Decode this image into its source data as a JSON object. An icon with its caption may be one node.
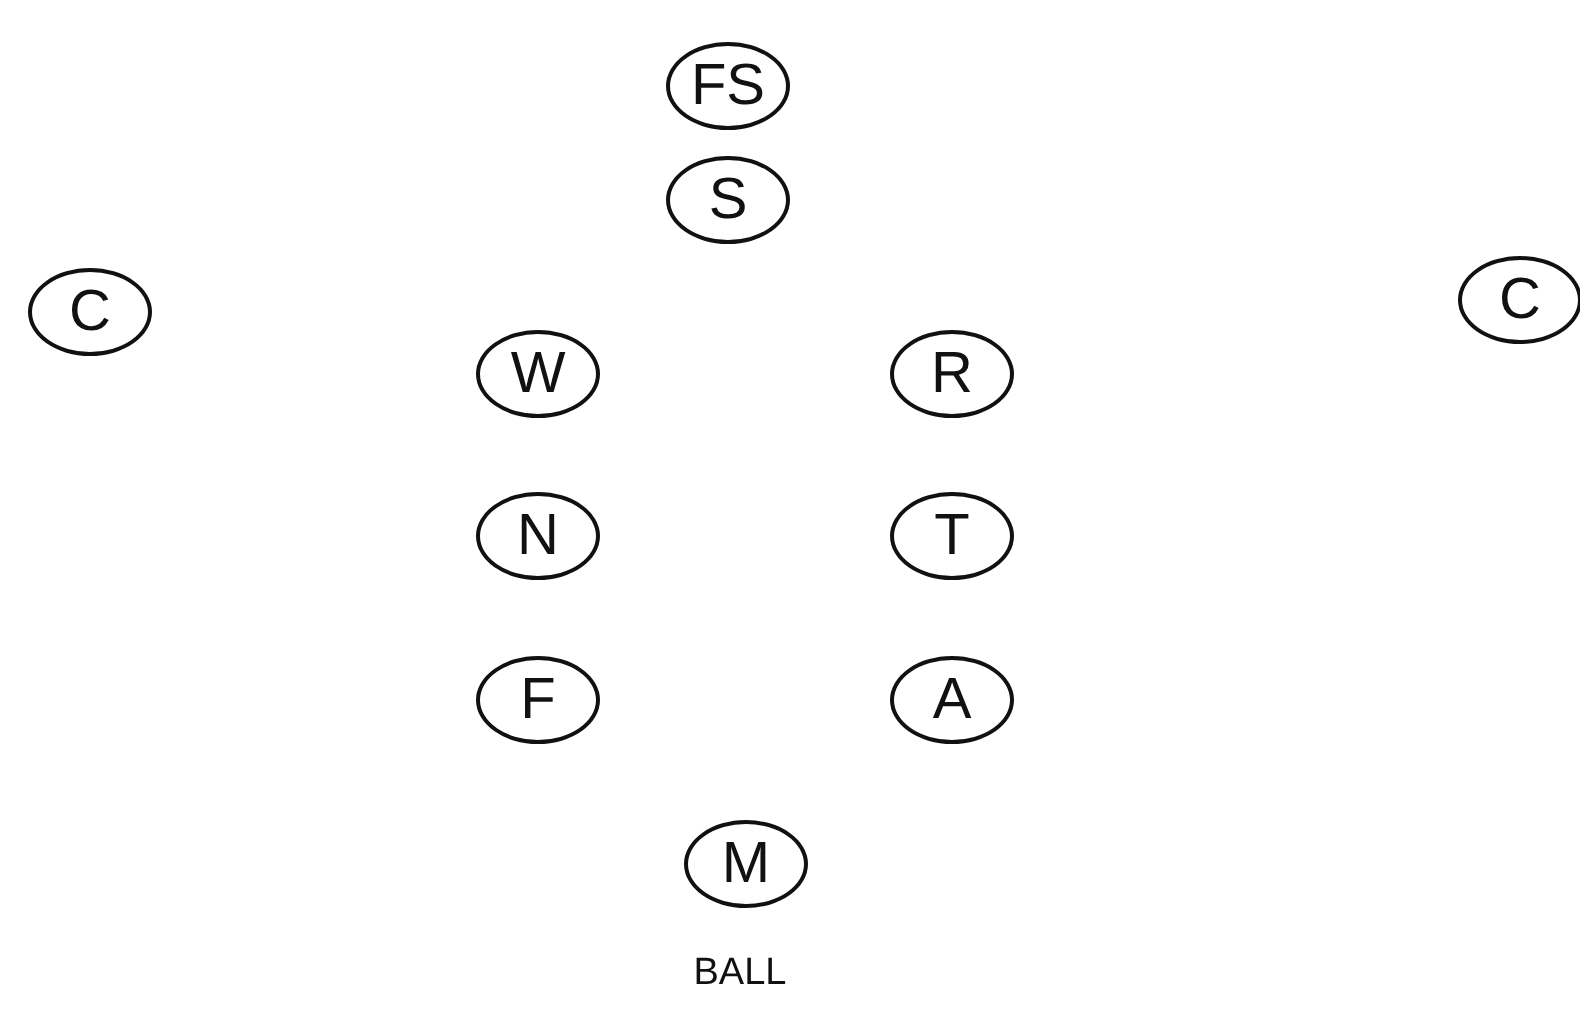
{
  "diagram": {
    "nodes": [
      {
        "text": [
          "FS"
        ]
      },
      {
        "text": [
          "S"
        ]
      },
      {
        "text": [
          "C"
        ]
      },
      {
        "text": [
          "C"
        ]
      },
      {
        "text": [
          "W"
        ]
      },
      {
        "text": [
          "R"
        ]
      },
      {
        "text": [
          "N"
        ]
      },
      {
        "text": [
          "T"
        ]
      },
      {
        "text": [
          "F"
        ]
      },
      {
        "text": [
          "A"
        ]
      },
      {
        "text": [
          "M"
        ]
      }
    ],
    "labels": [
      "BALL"
    ]
  }
}
